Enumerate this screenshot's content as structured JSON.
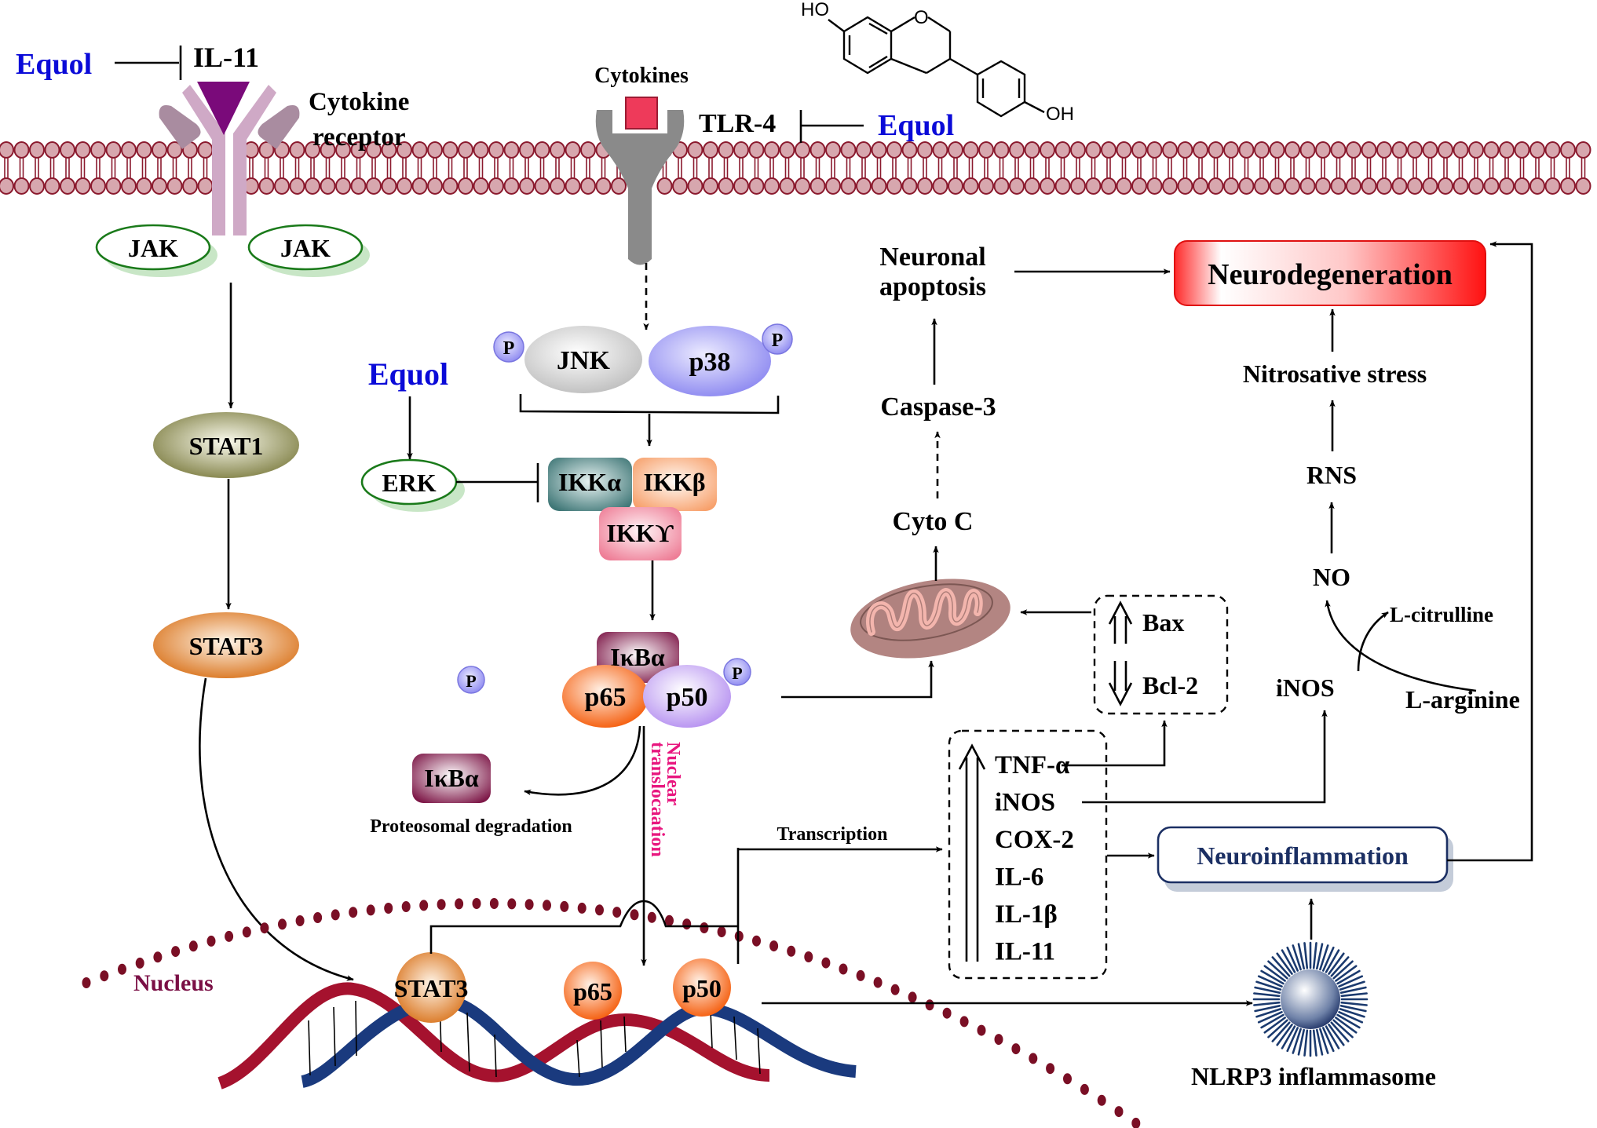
{
  "diagram": {
    "title": "Equol neuroprotective signaling pathways",
    "inhibitor": {
      "name": "Equol",
      "color": "#0a0ad8",
      "structure_labels": {
        "hydroxyl_top": "HO",
        "ring_oxygen": "O",
        "hydroxyl_right": "OH"
      }
    },
    "colors": {
      "membrane_head": "#d7a7ae",
      "membrane_stroke": "#8b1a2e",
      "nucleus_dots": "#7a0f25",
      "neurodegeneration_fill": "#ff1a1a",
      "neuroinflammation_text": "#1b2f63",
      "nuclear_translocation_text": "#e8177f"
    },
    "left_pathway": {
      "equol_label": "Equol",
      "ligand": "IL-11",
      "receptor_label_line1": "Cytokine",
      "receptor_label_line2": "receptor",
      "jak_left": "JAK",
      "jak_right": "JAK",
      "stat1": "STAT1",
      "stat3": "STAT3"
    },
    "tlr_pathway": {
      "ligand_label": "Cytokines",
      "receptor": "TLR-4",
      "equol_label": "Equol",
      "jnk": "JNK",
      "p38": "p38",
      "phospho": "P",
      "equol_erk_label": "Equol",
      "erk": "ERK",
      "ikk_alpha": "IKKα",
      "ikk_beta": "IKKβ",
      "ikk_gamma": "IKKϒ",
      "ikba_complex": "IκBα",
      "p65": "p65",
      "p50": "p50",
      "ikba_degraded": "IκBα",
      "degradation_label": "Proteosomal degradation",
      "nuclear_translocation_line1": "Nuclear",
      "nuclear_translocation_line2": "translocaation"
    },
    "nucleus": {
      "label": "Nucleus",
      "stat3": "STAT3",
      "p65": "p65",
      "p50": "p50",
      "transcription_label": "Transcription"
    },
    "cytokine_box": {
      "items": [
        "TNF-α",
        "iNOS",
        "COX-2",
        "IL-6",
        "IL-1β",
        "IL-11"
      ],
      "direction": "up"
    },
    "apoptosis": {
      "bax": "Bax",
      "bax_direction": "up",
      "bcl2": "Bcl-2",
      "bcl2_direction": "down",
      "cyto_c": "Cyto C",
      "caspase3": "Caspase-3",
      "neuronal_apoptosis_line1": "Neuronal",
      "neuronal_apoptosis_line2": "apoptosis"
    },
    "nitrosative": {
      "inos": "iNOS",
      "l_arginine": "L-arginine",
      "l_citrulline": "L-citrulline",
      "no": "NO",
      "rns": "RNS",
      "nitrosative_stress": "Nitrosative stress"
    },
    "outcomes": {
      "neurodegeneration": "Neurodegeneration",
      "neuroinflammation": "Neuroinflammation",
      "nlrp3": "NLRP3 inflammasome"
    }
  }
}
